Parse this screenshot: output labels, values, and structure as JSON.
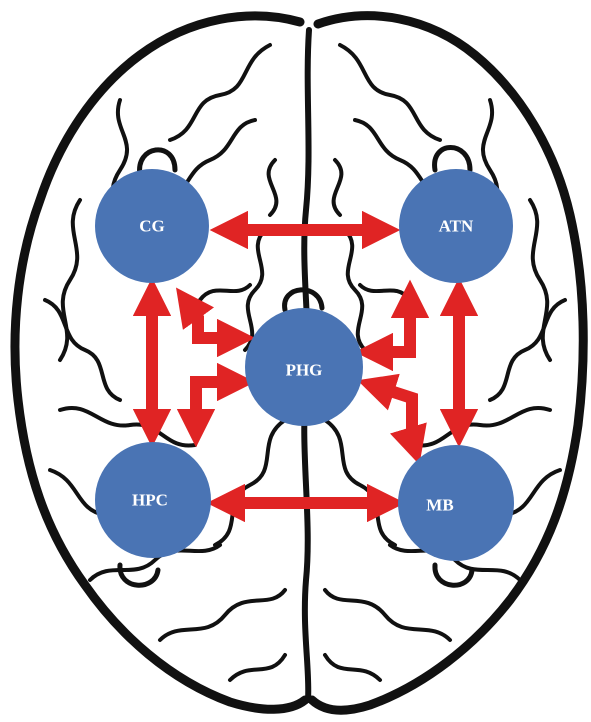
{
  "diagram": {
    "nodes": [
      {
        "id": "CG",
        "label": "CG"
      },
      {
        "id": "ATN",
        "label": "ATN"
      },
      {
        "id": "PHG",
        "label": "PHG"
      },
      {
        "id": "HPC",
        "label": "HPC"
      },
      {
        "id": "MB",
        "label": "MB"
      }
    ],
    "edges": [
      {
        "from": "CG",
        "to": "ATN",
        "direction": "bidirectional"
      },
      {
        "from": "HPC",
        "to": "MB",
        "direction": "bidirectional"
      },
      {
        "from": "CG",
        "to": "HPC",
        "direction": "bidirectional"
      },
      {
        "from": "ATN",
        "to": "MB",
        "direction": "bidirectional"
      },
      {
        "from": "PHG",
        "to": "CG",
        "direction": "bidirectional"
      },
      {
        "from": "PHG",
        "to": "HPC",
        "direction": "bidirectional"
      },
      {
        "from": "PHG",
        "to": "ATN",
        "direction": "bidirectional"
      },
      {
        "from": "PHG",
        "to": "MB",
        "direction": "bidirectional"
      }
    ],
    "colors": {
      "node_fill": "#4a74b4",
      "arrow": "#e02424",
      "brain_outline": "#111111",
      "label": "#ffffff"
    }
  }
}
